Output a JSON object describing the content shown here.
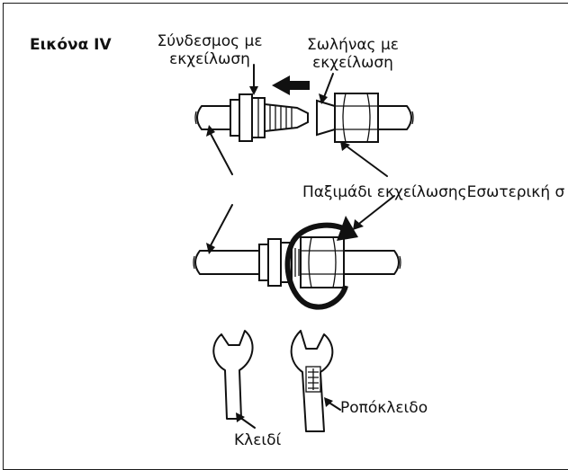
{
  "figure": {
    "title": "Εικόνα IV",
    "labels": {
      "flare_connector": [
        "Σύνδεσμος με",
        "εκχείλωση"
      ],
      "flared_tube": [
        "Σωλήνας με",
        "εκχείλωση"
      ],
      "flare_nut_and_inner": "Παξιμάδι εκχείλωσηςΕσωτερική σ",
      "wrench": "Κλειδί",
      "torque_wrench": "Ροπόκλειδο"
    }
  },
  "colors": {
    "line": "#111111",
    "background": "#ffffff"
  }
}
